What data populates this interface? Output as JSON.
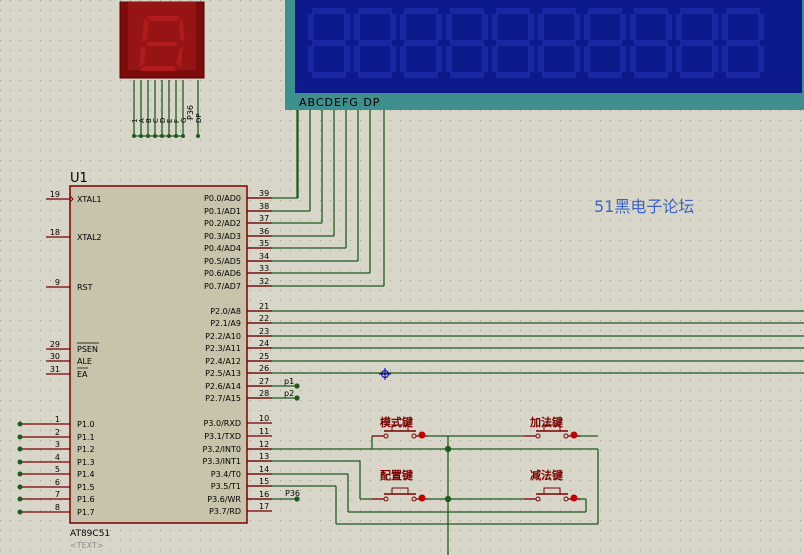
{
  "single_seg": {
    "pin_labels": [
      "1",
      "A",
      "B",
      "C",
      "D",
      "E",
      "F",
      "G",
      "DP"
    ],
    "net_label": "P36"
  },
  "lcd_display": {
    "pin_labels": "ABCDEFG  DP",
    "bg_color": "#0c1a8c",
    "frame_color": "#3f8f8f"
  },
  "mcu": {
    "ref": "U1",
    "part": "AT89C51",
    "text_placeholder": "<TEXT>",
    "left_pins": [
      {
        "num": "19",
        "name": "XTAL1"
      },
      {
        "num": "18",
        "name": "XTAL2"
      },
      {
        "num": "9",
        "name": "RST"
      },
      {
        "num": "29",
        "name": "PSEN"
      },
      {
        "num": "30",
        "name": "ALE"
      },
      {
        "num": "31",
        "name": "EA"
      },
      {
        "num": "1",
        "name": "P1.0"
      },
      {
        "num": "2",
        "name": "P1.1"
      },
      {
        "num": "3",
        "name": "P1.2"
      },
      {
        "num": "4",
        "name": "P1.3"
      },
      {
        "num": "5",
        "name": "P1.4"
      },
      {
        "num": "6",
        "name": "P1.5"
      },
      {
        "num": "7",
        "name": "P1.6"
      },
      {
        "num": "8",
        "name": "P1.7"
      }
    ],
    "right_pins": [
      {
        "num": "39",
        "name": "P0.0/AD0"
      },
      {
        "num": "38",
        "name": "P0.1/AD1"
      },
      {
        "num": "37",
        "name": "P0.2/AD2"
      },
      {
        "num": "36",
        "name": "P0.3/AD3"
      },
      {
        "num": "35",
        "name": "P0.4/AD4"
      },
      {
        "num": "34",
        "name": "P0.5/AD5"
      },
      {
        "num": "33",
        "name": "P0.6/AD6"
      },
      {
        "num": "32",
        "name": "P0.7/AD7"
      },
      {
        "num": "21",
        "name": "P2.0/A8"
      },
      {
        "num": "22",
        "name": "P2.1/A9"
      },
      {
        "num": "23",
        "name": "P2.2/A10"
      },
      {
        "num": "24",
        "name": "P2.3/A11"
      },
      {
        "num": "25",
        "name": "P2.4/A12"
      },
      {
        "num": "26",
        "name": "P2.5/A13"
      },
      {
        "num": "27",
        "name": "P2.6/A14"
      },
      {
        "num": "28",
        "name": "P2.7/A15"
      },
      {
        "num": "10",
        "name": "P3.0/RXD"
      },
      {
        "num": "11",
        "name": "P3.1/TXD"
      },
      {
        "num": "12",
        "name": "P3.2/INT0"
      },
      {
        "num": "13",
        "name": "P3.3/INT1"
      },
      {
        "num": "14",
        "name": "P3.4/T0"
      },
      {
        "num": "15",
        "name": "P3.5/T1"
      },
      {
        "num": "16",
        "name": "P3.6/WR"
      },
      {
        "num": "17",
        "name": "P3.7/RD"
      }
    ]
  },
  "net_labels": {
    "p1": "p1",
    "p2": "p2",
    "p36": "P36"
  },
  "buttons": {
    "mode": "模式键",
    "config": "配置键",
    "plus": "加法键",
    "minus": "减法键"
  },
  "watermark": "51黑电子论坛",
  "colors": {
    "wire": "#1f5a1f",
    "component": "#7a0000",
    "pin": "#8b0000",
    "text_blue": "#0000a8",
    "watermark": "#3c64c8"
  }
}
